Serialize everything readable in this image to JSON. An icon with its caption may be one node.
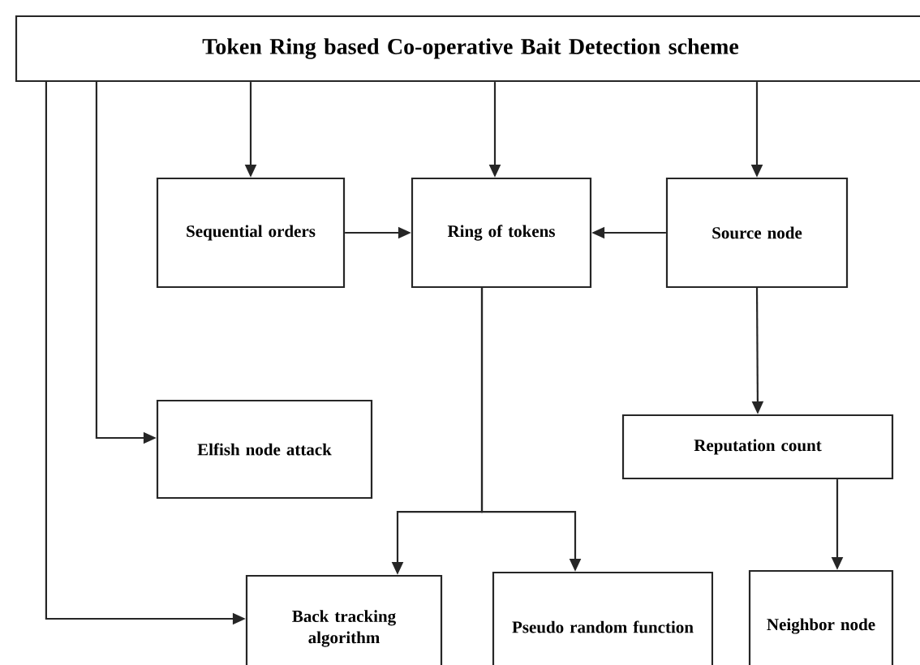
{
  "diagram": {
    "nodes": [
      {
        "text": [
          "Token Ring based Co-operative Bait Detection scheme"
        ]
      },
      {
        "text": [
          "Sequential orders"
        ]
      },
      {
        "text": [
          "Ring of tokens"
        ]
      },
      {
        "text": [
          "Source node"
        ]
      },
      {
        "text": [
          "Elfish node attack"
        ]
      },
      {
        "text": [
          "Reputation count"
        ]
      },
      {
        "text": [
          "Back tracking algorithm"
        ]
      },
      {
        "text": [
          "Pseudo random function"
        ]
      },
      {
        "text": [
          "Neighbor node"
        ]
      }
    ],
    "edges": [
      {
        "from": 0,
        "to": 1,
        "arrow": "to"
      },
      {
        "from": 0,
        "to": 2,
        "arrow": "to"
      },
      {
        "from": 0,
        "to": 3,
        "arrow": "to"
      },
      {
        "from": 1,
        "to": 2,
        "arrow": "to"
      },
      {
        "from": 3,
        "to": 2,
        "arrow": "to"
      },
      {
        "from": 0,
        "to": 4,
        "arrow": "to"
      },
      {
        "from": 0,
        "to": 6,
        "arrow": "to"
      },
      {
        "from": 2,
        "to": 6,
        "arrow": "to"
      },
      {
        "from": 2,
        "to": 7,
        "arrow": "to"
      },
      {
        "from": 3,
        "to": 5,
        "arrow": "to"
      },
      {
        "from": 5,
        "to": 8,
        "arrow": "to"
      }
    ]
  }
}
